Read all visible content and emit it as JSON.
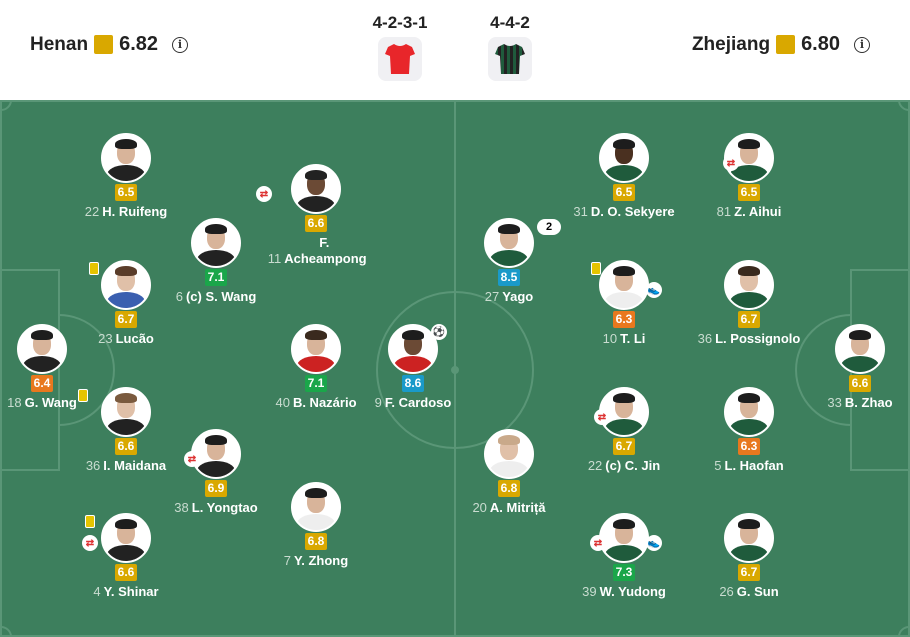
{
  "home": {
    "name": "Henan",
    "rating": "6.82",
    "formation": "4-2-3-1",
    "kit_color": "#e8262a"
  },
  "away": {
    "name": "Zhejiang",
    "rating": "6.80",
    "formation": "4-4-2",
    "kit_color": "#1f5b3c"
  },
  "colors": {
    "pitch": "#3d7f5d",
    "rating_yellow": "#d9a800",
    "rating_orange": "#e8781e",
    "rating_green": "#1aa64a",
    "rating_blue": "#1a9ac9"
  },
  "home_players": [
    {
      "num": "22",
      "name": "H. Ruifeng",
      "rating": "6.5",
      "color": "#d9a800"
    },
    {
      "num": "11",
      "name": "F. Acheampong",
      "rating": "6.6",
      "color": "#d9a800"
    },
    {
      "num": "6",
      "name": "(c) S. Wang",
      "rating": "7.1",
      "color": "#1aa64a"
    },
    {
      "num": "23",
      "name": "Lucão",
      "rating": "6.7",
      "color": "#d9a800"
    },
    {
      "num": "18",
      "name": "G. Wang",
      "rating": "6.4",
      "color": "#e8781e"
    },
    {
      "num": "40",
      "name": "B. Nazário",
      "rating": "7.1",
      "color": "#1aa64a"
    },
    {
      "num": "9",
      "name": "F. Cardoso",
      "rating": "8.6",
      "color": "#1a9ac9"
    },
    {
      "num": "36",
      "name": "I. Maidana",
      "rating": "6.6",
      "color": "#d9a800"
    },
    {
      "num": "38",
      "name": "L. Yongtao",
      "rating": "6.9",
      "color": "#d9a800"
    },
    {
      "num": "7",
      "name": "Y. Zhong",
      "rating": "6.8",
      "color": "#d9a800"
    },
    {
      "num": "4",
      "name": "Y. Shinar",
      "rating": "6.6",
      "color": "#d9a800"
    }
  ],
  "away_players": [
    {
      "num": "31",
      "name": "D. O. Sekyere",
      "rating": "6.5",
      "color": "#d9a800"
    },
    {
      "num": "81",
      "name": "Z. Aihui",
      "rating": "6.5",
      "color": "#d9a800"
    },
    {
      "num": "27",
      "name": "Yago",
      "rating": "8.5",
      "color": "#1a9ac9",
      "goals": "2"
    },
    {
      "num": "10",
      "name": "T. Li",
      "rating": "6.3",
      "color": "#e8781e"
    },
    {
      "num": "36",
      "name": "L. Possignolo",
      "rating": "6.7",
      "color": "#d9a800"
    },
    {
      "num": "33",
      "name": "B. Zhao",
      "rating": "6.6",
      "color": "#d9a800"
    },
    {
      "num": "22",
      "name": "(c) C. Jin",
      "rating": "6.7",
      "color": "#d9a800"
    },
    {
      "num": "5",
      "name": "L. Haofan",
      "rating": "6.3",
      "color": "#e8781e"
    },
    {
      "num": "20",
      "name": "A. Mitriță",
      "rating": "6.8",
      "color": "#d9a800"
    },
    {
      "num": "39",
      "name": "W. Yudong",
      "rating": "7.3",
      "color": "#1aa64a"
    },
    {
      "num": "26",
      "name": "G. Sun",
      "rating": "6.7",
      "color": "#d9a800"
    }
  ]
}
